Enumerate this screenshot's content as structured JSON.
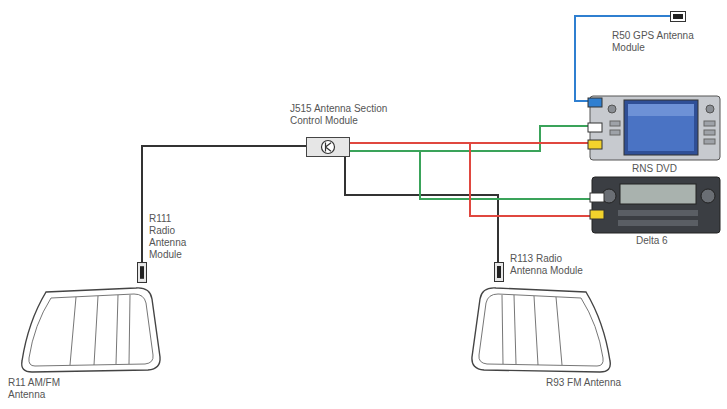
{
  "diagram": {
    "nodes": [
      {
        "text": [
          "J515 Antenna Section Control Module"
        ]
      },
      {
        "text": [
          "R50 GPS Antenna Module"
        ]
      },
      {
        "text": [
          "RNS DVD"
        ]
      },
      {
        "text": [
          "Delta 6"
        ]
      },
      {
        "text": [
          "R111 Radio Antenna Module"
        ]
      },
      {
        "text": [
          "R113 Radio Antenna Module"
        ]
      },
      {
        "text": [
          "R11 AM/FM Antenna"
        ]
      },
      {
        "text": [
          "R93 FM Antenna"
        ]
      }
    ],
    "edges": [
      {
        "from": 4,
        "to": 0,
        "arrow": "none"
      },
      {
        "from": 0,
        "to": 5,
        "arrow": "none"
      },
      {
        "from": 1,
        "to": 2,
        "arrow": "none"
      },
      {
        "from": 0,
        "to": 2,
        "arrow": "none"
      },
      {
        "from": 0,
        "to": 3,
        "arrow": "none"
      },
      {
        "from": 0,
        "to": 2,
        "arrow": "none"
      },
      {
        "from": 0,
        "to": 3,
        "arrow": "none"
      }
    ]
  }
}
